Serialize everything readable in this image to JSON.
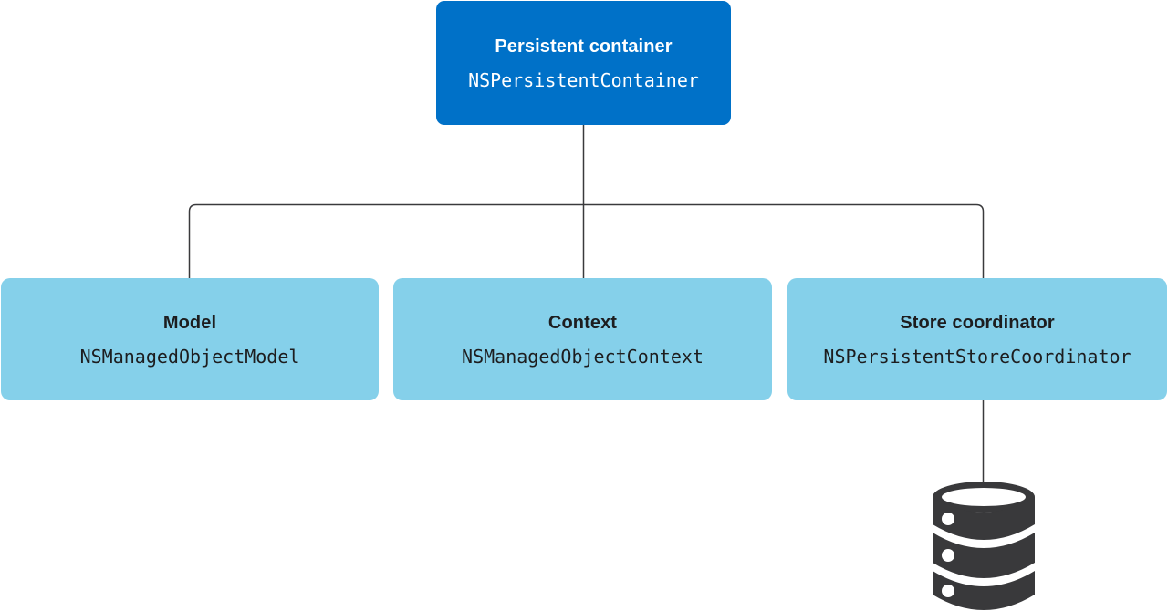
{
  "colors": {
    "background": "#ffffff",
    "root_box_bg": "#0071c8",
    "root_box_text": "#ffffff",
    "child_box_bg": "#85d0ea",
    "child_box_text": "#1d1d1f",
    "connector": "#3a3a3c",
    "icon": "#39393b"
  },
  "diagram": {
    "root": {
      "title": "Persistent container",
      "class_name": "NSPersistentContainer"
    },
    "children": [
      {
        "title": "Model",
        "class_name": "NSManagedObjectModel"
      },
      {
        "title": "Context",
        "class_name": "NSManagedObjectContext"
      },
      {
        "title": "Store coordinator",
        "class_name": "NSPersistentStoreCoordinator"
      }
    ],
    "store_icon": "database-icon"
  }
}
